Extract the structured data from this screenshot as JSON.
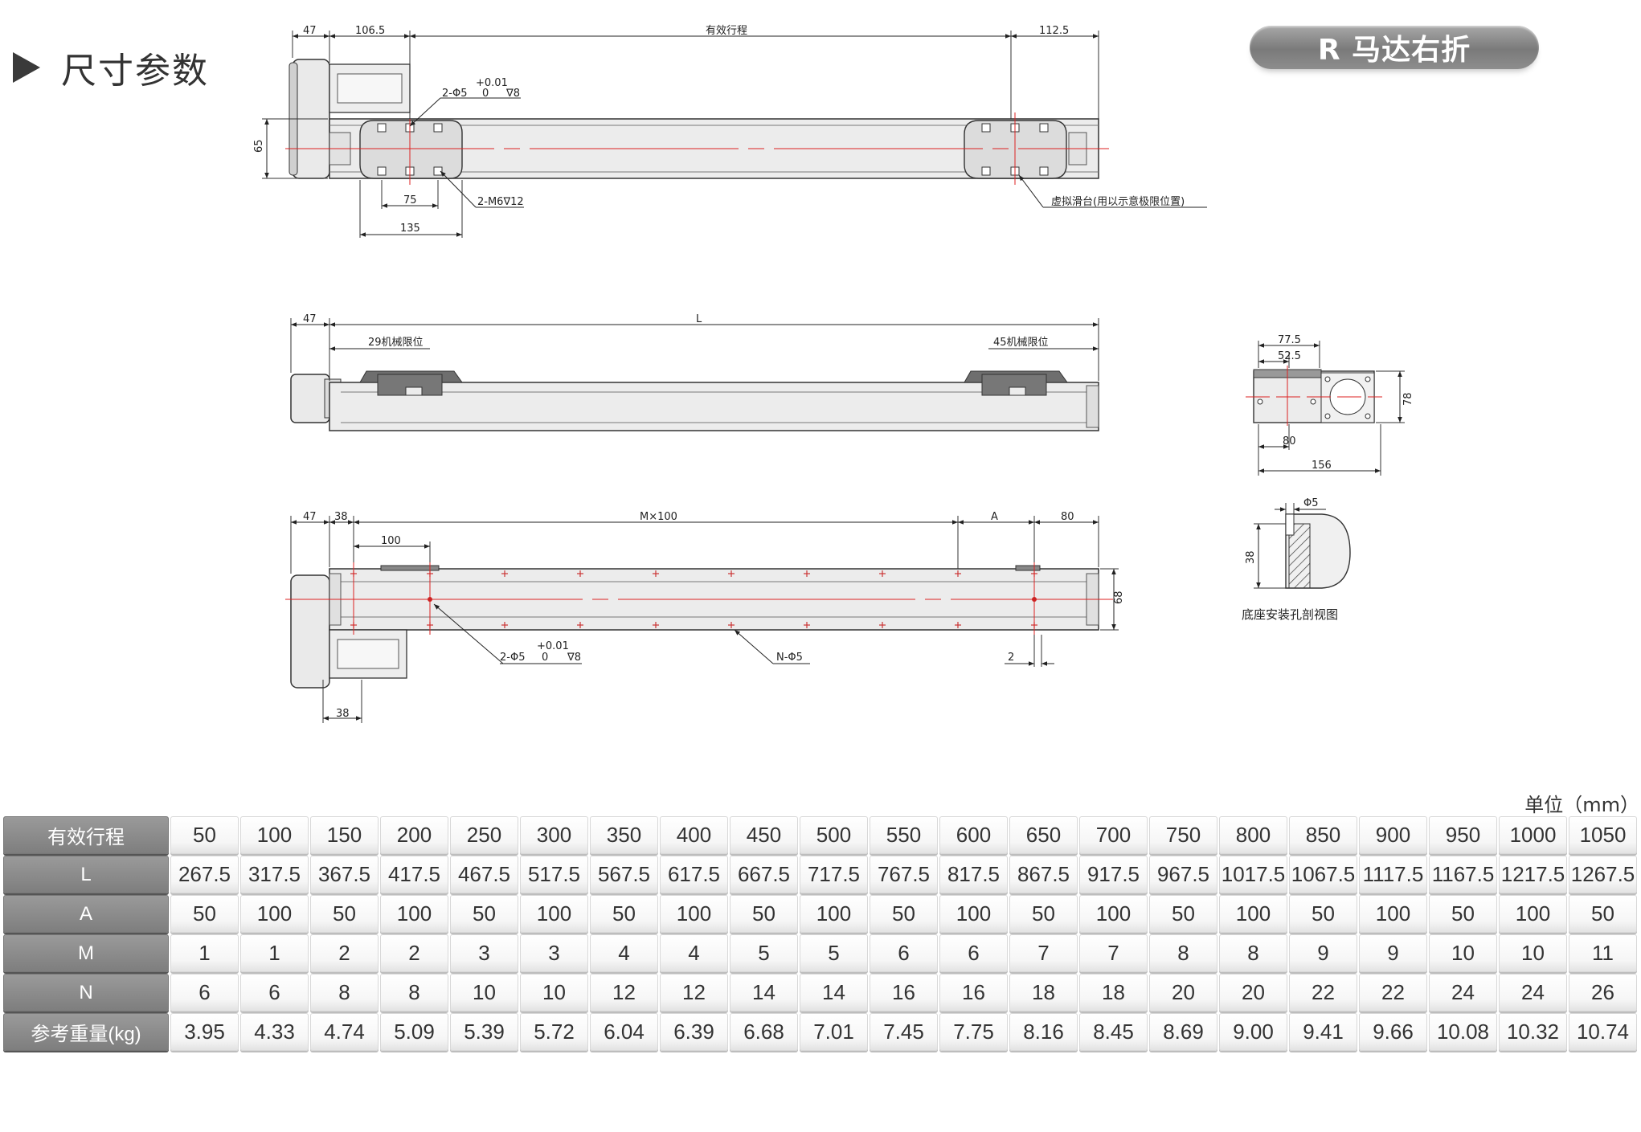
{
  "header": {
    "section_title": "尺寸参数",
    "variant_badge": "R 马达右折"
  },
  "drawing": {
    "top_view": {
      "dim_47": "47",
      "dim_106_5": "106.5",
      "dim_effective_stroke": "有效行程",
      "dim_112_5": "112.5",
      "dim_65": "65",
      "tol": "+0.01",
      "hole_callout_a": "2-Φ5",
      "hole_callout_b": "0",
      "hole_callout_c": "∇8",
      "dim_75": "75",
      "dim_135": "135",
      "screw_callout": "2-M6∇12",
      "virtual_slider_note": "虚拟滑台(用以示意极限位置)"
    },
    "side_view": {
      "dim_47": "47",
      "dim_L": "L",
      "left_limit": "29机械限位",
      "right_limit": "45机械限位"
    },
    "bottom_view": {
      "dim_47": "47",
      "dim_38": "38",
      "dim_mx100": "M×100",
      "dim_A": "A",
      "dim_80": "80",
      "dim_100": "100",
      "dim_68": "68",
      "tol": "+0.01",
      "hole_callout_a": "2-Φ5",
      "hole_callout_b": "0",
      "hole_callout_c": "∇8",
      "n_holes": "N-Φ5",
      "dim_2": "2",
      "dim_38_bottom": "38"
    },
    "end_view": {
      "dim_77_5": "77.5",
      "dim_52_5": "52.5",
      "dim_78": "78",
      "dim_80": "80",
      "dim_156": "156"
    },
    "section_view": {
      "dim_phi5": "Φ5",
      "dim_38": "38",
      "caption": "底座安装孔剖视图"
    }
  },
  "table": {
    "unit_label": "单位（mm）",
    "rows": [
      {
        "header": "有效行程",
        "values": [
          "50",
          "100",
          "150",
          "200",
          "250",
          "300",
          "350",
          "400",
          "450",
          "500",
          "550",
          "600",
          "650",
          "700",
          "750",
          "800",
          "850",
          "900",
          "950",
          "1000",
          "1050"
        ]
      },
      {
        "header": "L",
        "values": [
          "267.5",
          "317.5",
          "367.5",
          "417.5",
          "467.5",
          "517.5",
          "567.5",
          "617.5",
          "667.5",
          "717.5",
          "767.5",
          "817.5",
          "867.5",
          "917.5",
          "967.5",
          "1017.5",
          "1067.5",
          "1117.5",
          "1167.5",
          "1217.5",
          "1267.5"
        ]
      },
      {
        "header": "A",
        "values": [
          "50",
          "100",
          "50",
          "100",
          "50",
          "100",
          "50",
          "100",
          "50",
          "100",
          "50",
          "100",
          "50",
          "100",
          "50",
          "100",
          "50",
          "100",
          "50",
          "100",
          "50"
        ]
      },
      {
        "header": "M",
        "values": [
          "1",
          "1",
          "2",
          "2",
          "3",
          "3",
          "4",
          "4",
          "5",
          "5",
          "6",
          "6",
          "7",
          "7",
          "8",
          "8",
          "9",
          "9",
          "10",
          "10",
          "11"
        ]
      },
      {
        "header": "N",
        "values": [
          "6",
          "6",
          "8",
          "8",
          "10",
          "10",
          "12",
          "12",
          "14",
          "14",
          "16",
          "16",
          "18",
          "18",
          "20",
          "20",
          "22",
          "22",
          "24",
          "24",
          "26"
        ]
      },
      {
        "header": "参考重量(kg)",
        "values": [
          "3.95",
          "4.33",
          "4.74",
          "5.09",
          "5.39",
          "5.72",
          "6.04",
          "6.39",
          "6.68",
          "7.01",
          "7.45",
          "7.75",
          "8.16",
          "8.45",
          "8.69",
          "9.00",
          "9.41",
          "9.66",
          "10.08",
          "10.32",
          "10.74"
        ]
      }
    ]
  }
}
